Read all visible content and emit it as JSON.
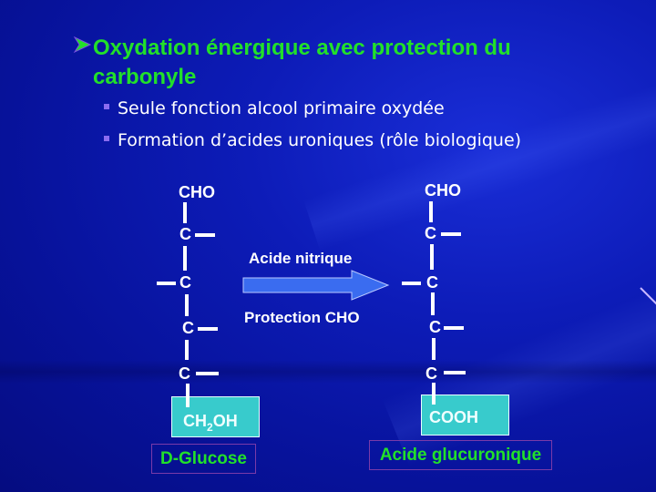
{
  "slide": {
    "title": "Oxydation énergique avec protection du carbonyle",
    "title_line1": "Oxydation énergique avec protection du",
    "title_line2": "carbonyle",
    "bullets": [
      "Seule fonction alcool primaire oxydée",
      "Formation d’acides uroniques (rôle biologique)"
    ]
  },
  "reaction": {
    "reagent_top": "Acide nitrique",
    "reagent_bottom": "Protection CHO",
    "arrow_color": "#3a6cf0"
  },
  "left_molecule": {
    "top_group": "CHO",
    "carbons": [
      "C",
      "C",
      "C",
      "C"
    ],
    "bottom_group_main": "CH",
    "bottom_group_sub": "2",
    "bottom_group_tail": "OH",
    "name": "D-Glucose"
  },
  "right_molecule": {
    "top_group": "CHO",
    "carbons": [
      "C",
      "C",
      "C",
      "C"
    ],
    "bottom_group": "COOH",
    "name": "Acide glucuronique"
  },
  "colors": {
    "title_green": "#22e02a",
    "bullet_square": "#8b6cf0",
    "box_cyan": "#38cbcc",
    "name_border": "#7a3aa8"
  },
  "icons": {
    "title_bullet": "arrowhead-right-icon",
    "sub_bullet": "square-bullet-icon"
  }
}
